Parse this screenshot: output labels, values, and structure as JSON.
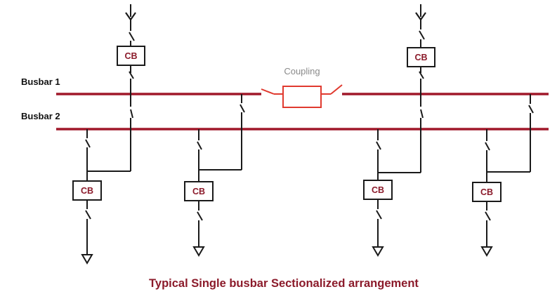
{
  "diagram": {
    "busbar_1_label": "Busbar 1",
    "busbar_2_label": "Busbar 2",
    "coupling_label": "Coupling",
    "breaker_label": "CB",
    "caption": "Typical Single busbar Sectionalized arrangement"
  },
  "colors": {
    "busbar": "#a0182a",
    "coupling": "#e03a2f",
    "breaker_text": "#8b1a2a",
    "caption": "#8b1a2a",
    "wire": "#1a1a1a"
  }
}
